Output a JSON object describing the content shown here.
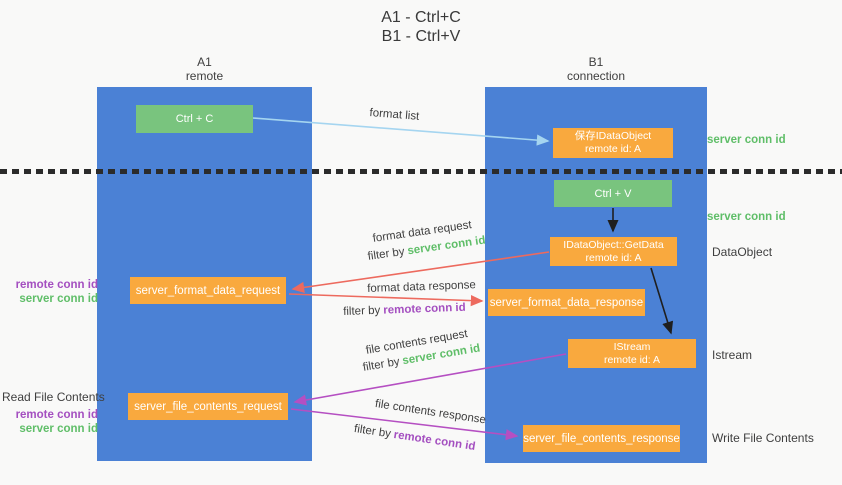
{
  "title": {
    "line1": "A1 - Ctrl+C",
    "line2": "B1 - Ctrl+V"
  },
  "lifelines": {
    "left": {
      "name": "A1",
      "role": "remote"
    },
    "right": {
      "name": "B1",
      "role": "connection"
    }
  },
  "nodes": {
    "ctrl_c": {
      "label": "Ctrl + C"
    },
    "save_dataobject": {
      "line1": "保存IDataObject",
      "line2": "remote id: A"
    },
    "ctrl_v": {
      "label": "Ctrl + V"
    },
    "getdata": {
      "line1": "IDataObject::GetData",
      "line2": "remote id: A"
    },
    "istream": {
      "line1": "IStream",
      "line2": "remote id: A"
    },
    "format_request": {
      "label": "server_format_data_request"
    },
    "format_response": {
      "label": "server_format_data_response"
    },
    "file_request": {
      "label": "server_file_contents_request"
    },
    "file_response": {
      "label": "server_file_contents_response"
    }
  },
  "side_labels": {
    "server_conn_id_top": "server conn id",
    "server_conn_id_mid": "server conn id",
    "dataobject": "DataObject",
    "istream": "Istream",
    "write_file_contents": "Write File Contents",
    "read_file_contents": "Read File Contents",
    "format_remote_conn_id": "remote conn id",
    "format_server_conn_id": "server conn id",
    "file_remote_conn_id": "remote conn id",
    "file_server_conn_id": "server conn id"
  },
  "arrows": {
    "format_list": {
      "label": "format list"
    },
    "format_data_request": {
      "label": "format data request",
      "filter_prefix": "filter by",
      "filter_id": "server conn id"
    },
    "format_data_response": {
      "label": "format data response",
      "filter_prefix": "filter by",
      "filter_id": "remote conn id"
    },
    "file_contents_request": {
      "label": "file contents request",
      "filter_prefix": "filter by",
      "filter_id": "server conn id"
    },
    "file_contents_response": {
      "label": "file contents response",
      "filter_prefix": "filter by",
      "filter_id": "remote conn id"
    }
  },
  "colors": {
    "lifeline_blue": "#4b81d5",
    "node_green": "#79c47e",
    "node_orange": "#f9a93e",
    "accent_green": "#5fbe68",
    "accent_purple": "#a44fc0",
    "arrow_red": "#ed6a5e",
    "arrow_magenta": "#b54fc2",
    "arrow_lightblue": "#a5d5f0",
    "arrow_black": "#1f1f1f",
    "dotted_line": "#2b2b2b",
    "background": "#f9f9f8"
  }
}
